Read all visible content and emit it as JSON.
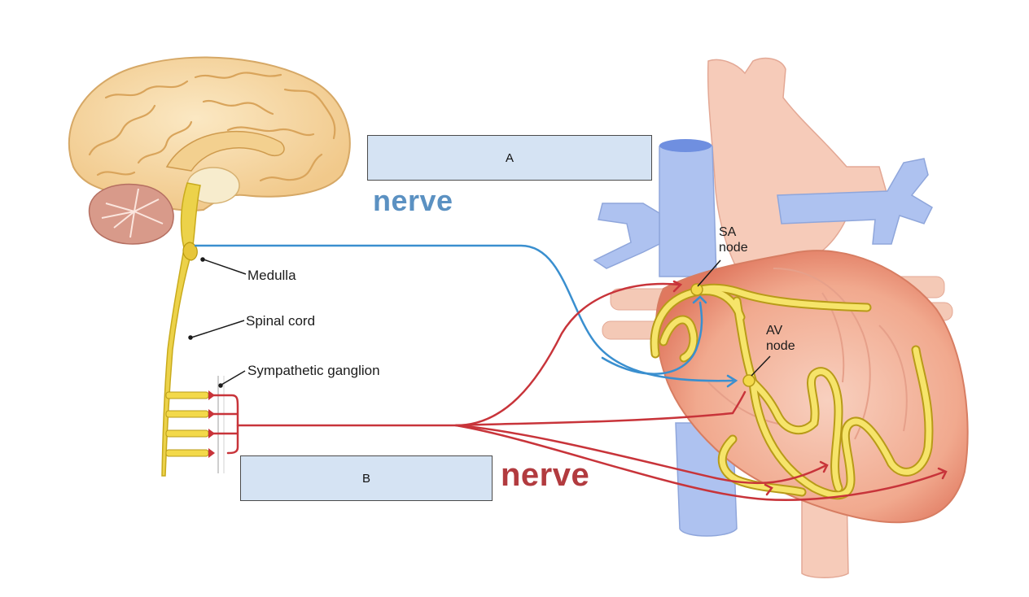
{
  "boxes": {
    "a": "A",
    "b": "B"
  },
  "nerve_labels": {
    "upper": "nerve",
    "lower": "nerve"
  },
  "annotations": {
    "medulla": "Medulla",
    "spinal_cord": "Spinal cord",
    "sympathetic_ganglion": "Sympathetic ganglion",
    "sa_node_line1": "SA",
    "sa_node_line2": "node",
    "av_node_line1": "AV",
    "av_node_line2": "node"
  },
  "colors": {
    "parasympathetic_nerve": "#3a8fcf",
    "sympathetic_nerve": "#c8343a",
    "conduction_pathway": "#f1df5a",
    "heart_muscle": "#f0b49a",
    "veins": "#a9bff0",
    "brain": "#f6d9a0",
    "label_box_fill": "#d5e3f3"
  }
}
